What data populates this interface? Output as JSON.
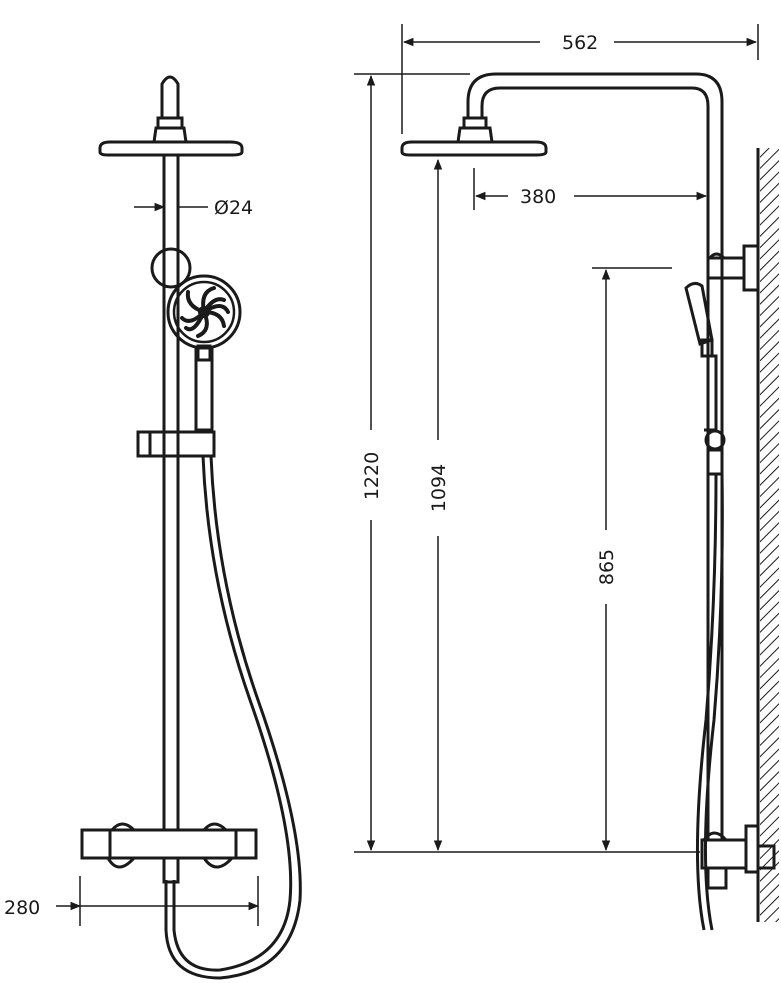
{
  "dimensions": {
    "overall_width": "562",
    "arm_reach": "380",
    "pipe_diameter": "Ø24",
    "total_height": "1220",
    "head_height": "1094",
    "bracket_height": "865",
    "mixer_spacing": "280"
  },
  "colors": {
    "line": "#1a1a1a",
    "background": "#ffffff"
  }
}
